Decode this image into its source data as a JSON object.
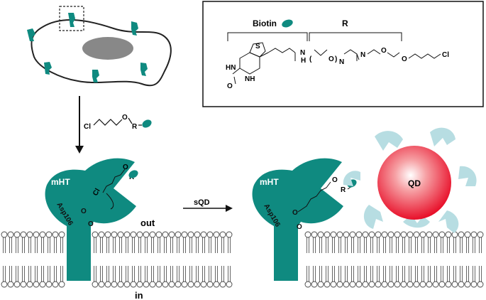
{
  "figure": {
    "structure_box": {
      "biotin_label": "Biotin",
      "r_label": "R",
      "atoms": {
        "s": "S",
        "hn": "HN",
        "nh": "NH",
        "o_carbonyl": "O",
        "h1": "H",
        "n1": "N",
        "n_amide": "N",
        "o_ether1": "O",
        "o_ether2": "O",
        "cl": "Cl",
        "paren_o": "O",
        "subscript_n": "N"
      }
    },
    "reagent": {
      "cl": "Cl",
      "o": "O",
      "r": "R"
    },
    "protein_left": {
      "name": "mHT",
      "residue": "Asp106",
      "cl": "Cl",
      "o": "O",
      "r": "R",
      "o_ester": "O",
      "o_carbonyl": "O"
    },
    "protein_right": {
      "name": "mHT",
      "residue": "Asp106",
      "o": "O",
      "r": "R",
      "o_ester": "O",
      "o_carbonyl": "O"
    },
    "arrow_label": "sQD",
    "qd_label": "QD",
    "out_label": "out",
    "in_label": "in",
    "colors": {
      "teal": "#0f8a80",
      "qd_red": "#e8102a",
      "streptavidin": "#b7dde2"
    }
  }
}
